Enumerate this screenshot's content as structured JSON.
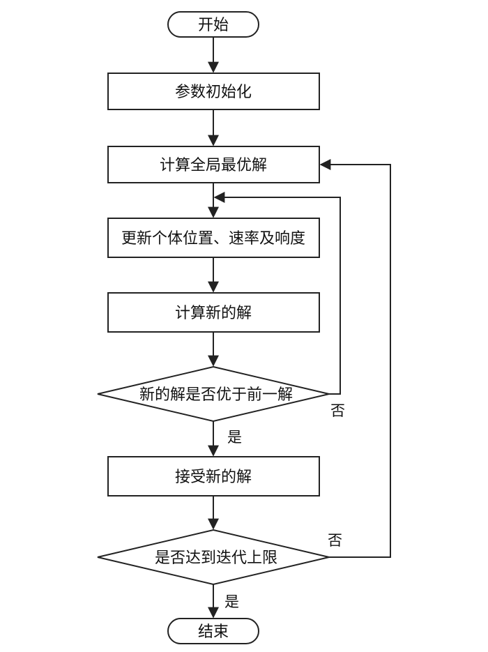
{
  "nodes": {
    "start": "开始",
    "init": "参数初始化",
    "global_best": "计算全局最优解",
    "update": "更新个体位置、速率及响度",
    "new_solution": "计算新的解",
    "better_check": "新的解是否优于前一解",
    "accept": "接受新的解",
    "iter_check": "是否达到迭代上限",
    "end": "结束"
  },
  "edges": {
    "better_no": "否",
    "better_yes": "是",
    "iter_no": "否",
    "iter_yes": "是"
  }
}
